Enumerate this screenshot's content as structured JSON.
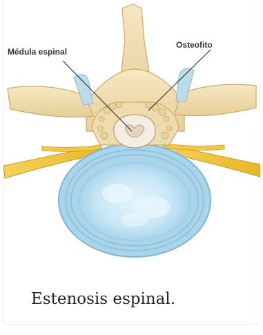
{
  "figure": {
    "labels": {
      "spinal_cord": "Médula espinal",
      "osteophyte": "Osteofito"
    },
    "colors": {
      "bone": "#f1deb1",
      "bone_shadow": "#d9bf86",
      "nerve": "#f0c33a",
      "disc_outer": "#a9d4ea",
      "disc_inner": "#d5eef9",
      "leader_line": "#222222"
    }
  },
  "caption": "Estenosis espinal."
}
